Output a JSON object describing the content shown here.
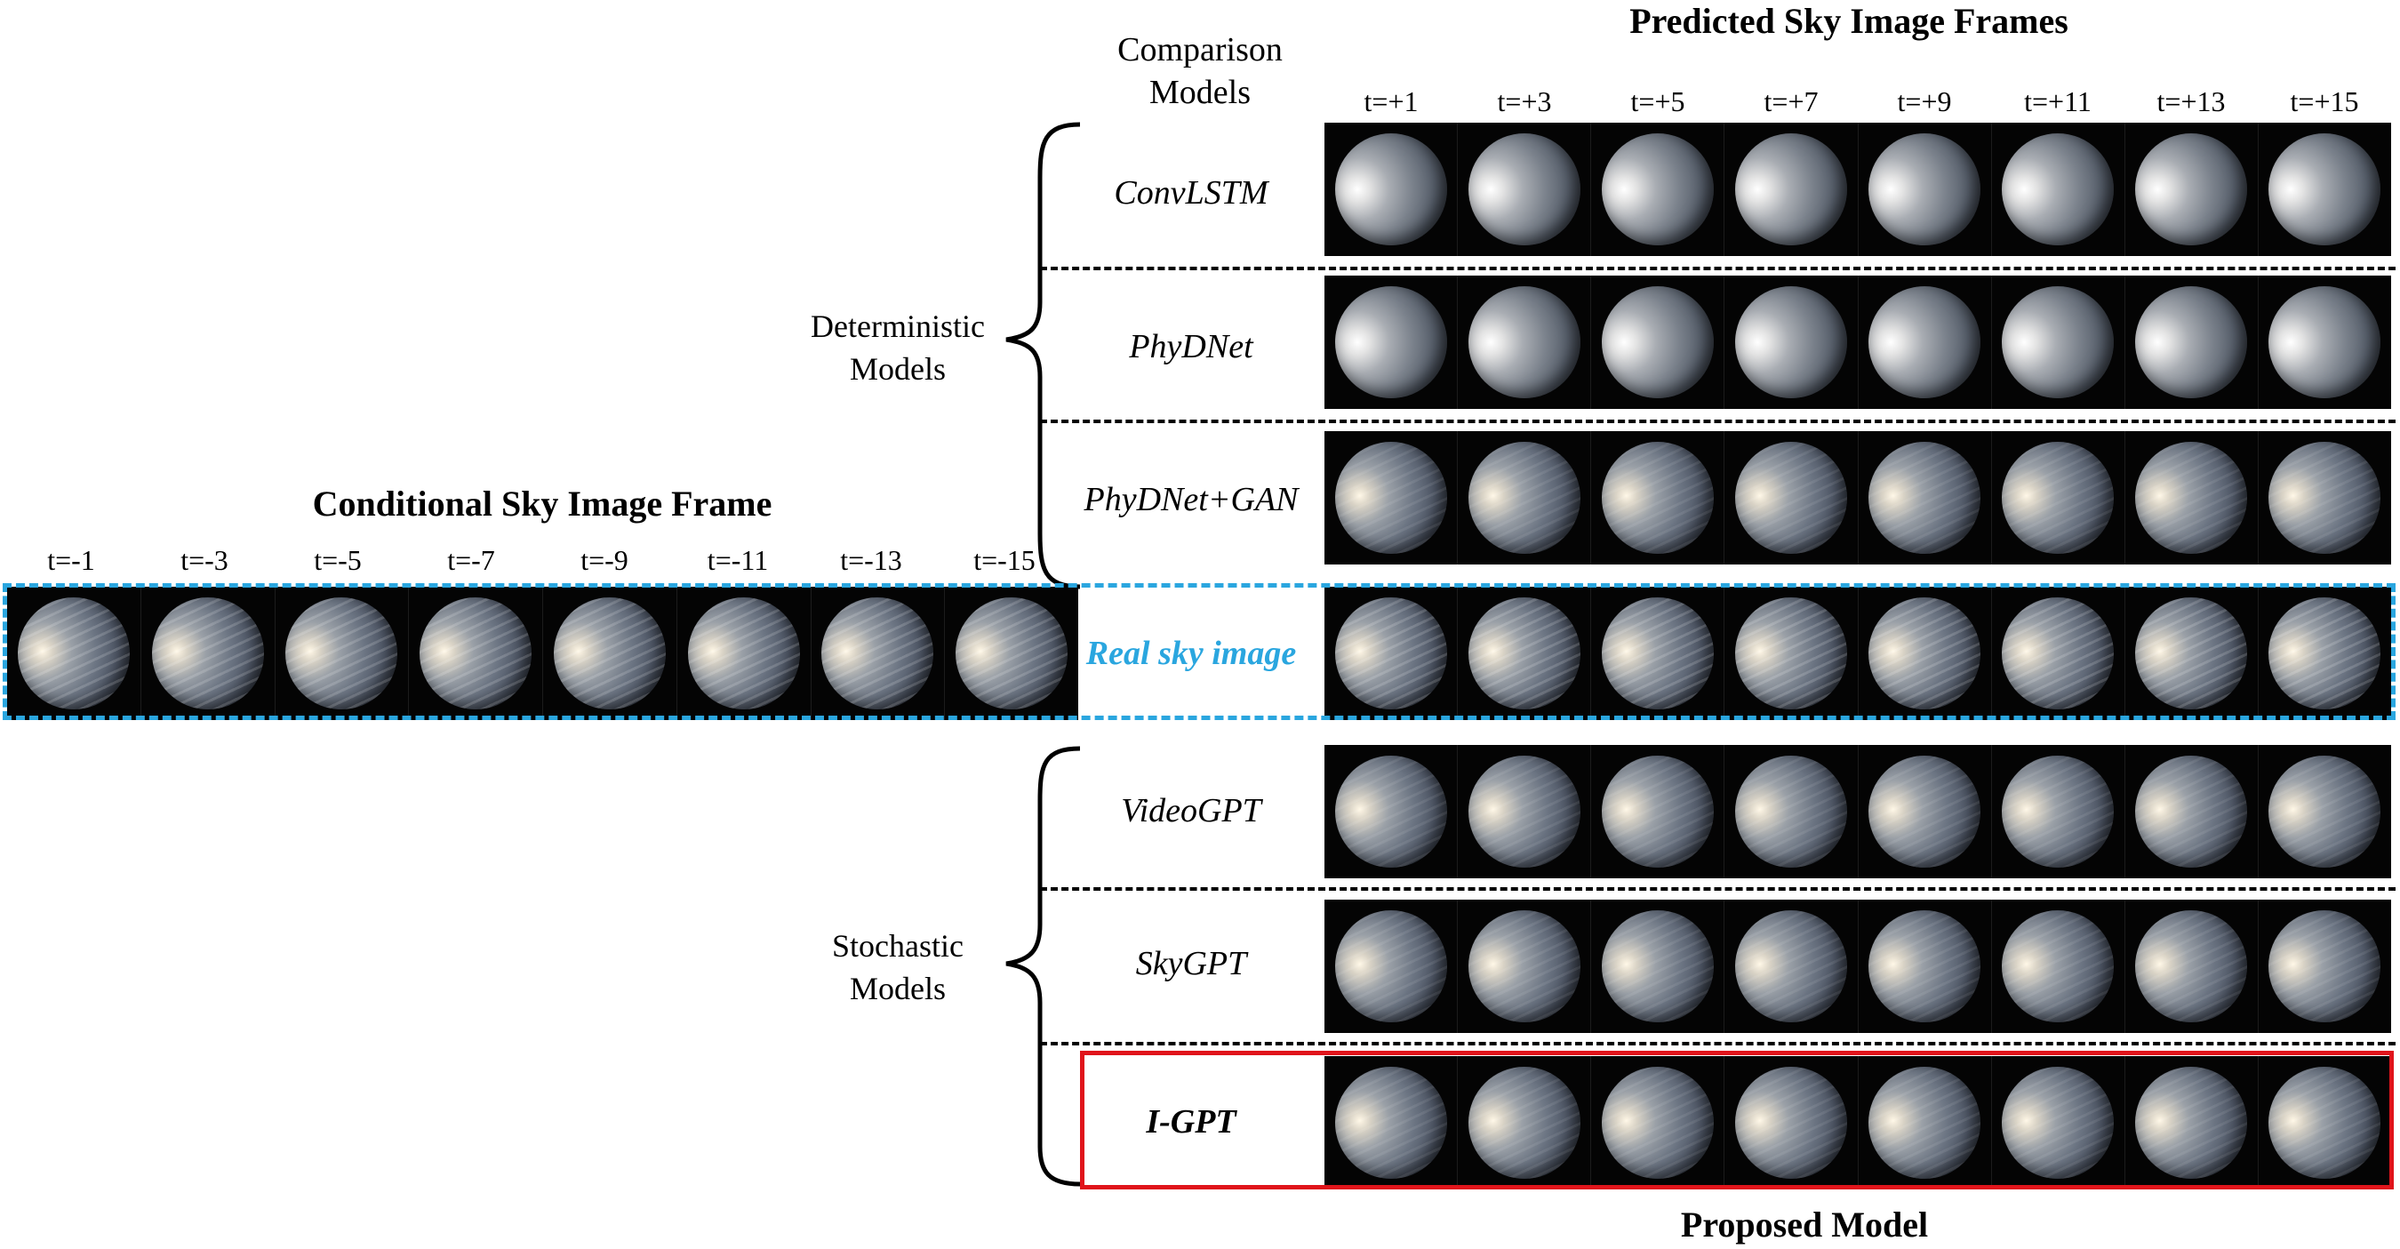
{
  "titles": {
    "predicted": "Predicted Sky Image Frames",
    "conditional": "Conditional Sky Image Frame",
    "proposed": "Proposed Model"
  },
  "comparison_header": [
    "Comparison",
    "Models"
  ],
  "groups": {
    "deterministic": [
      "Deterministic",
      "Models"
    ],
    "stochastic": [
      "Stochastic",
      "Models"
    ]
  },
  "pred_ticks": [
    "t=+1",
    "t=+3",
    "t=+5",
    "t=+7",
    "t=+9",
    "t=+11",
    "t=+13",
    "t=+15"
  ],
  "cond_ticks": [
    "t=-1",
    "t=-3",
    "t=-5",
    "t=-7",
    "t=-9",
    "t=-11",
    "t=-13",
    "t=-15"
  ],
  "models": {
    "convlstm": "ConvLSTM",
    "phydnet": "PhyDNet",
    "phydnet_gan": "PhyDNet+GAN",
    "real": "Real sky image",
    "videogpt": "VideoGPT",
    "skygpt": "SkyGPT",
    "igpt": "I-GPT"
  },
  "colors": {
    "real_highlight": "#2aa6df",
    "proposed_highlight": "#e0141b"
  }
}
